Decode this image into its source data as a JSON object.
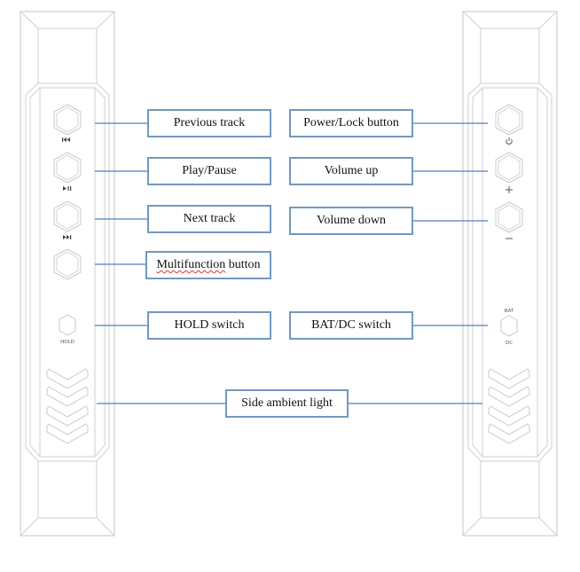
{
  "diagram": {
    "left_panel": {
      "callouts": [
        {
          "id": "prev",
          "label": "Previous track",
          "icon": "skip-back-icon",
          "glyph": "⏮"
        },
        {
          "id": "play",
          "label": "Play/Pause",
          "icon": "play-pause-icon",
          "glyph": "⏯"
        },
        {
          "id": "next",
          "label": "Next track",
          "icon": "skip-forward-icon",
          "glyph": "⏭"
        },
        {
          "id": "multi",
          "label_word1": "Multifunction",
          "label_word2": " button",
          "icon": "none"
        },
        {
          "id": "hold",
          "label": "HOLD switch",
          "switch_label": "HOLD"
        }
      ]
    },
    "right_panel": {
      "callouts": [
        {
          "id": "power",
          "label": "Power/Lock button",
          "icon": "power-icon"
        },
        {
          "id": "volup",
          "label": "Volume up",
          "icon": "plus-icon",
          "glyph": "+"
        },
        {
          "id": "voldown",
          "label": "Volume down",
          "icon": "minus-icon",
          "glyph": "−"
        },
        {
          "id": "batdc",
          "label": "BAT/DC switch",
          "switch_top": "BAT",
          "switch_bottom": "DC"
        }
      ]
    },
    "shared": {
      "ambient_light_label": "Side ambient light"
    },
    "colors": {
      "callout_border": "#7398c0",
      "leader_line": "#4f81bd",
      "device_outline": "#c4c4c4"
    }
  }
}
